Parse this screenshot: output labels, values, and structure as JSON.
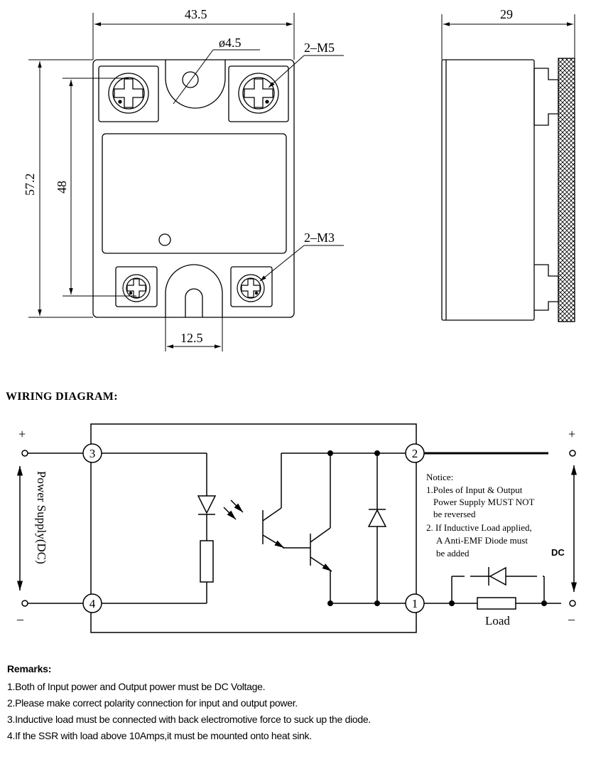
{
  "dimensions": {
    "width_top": "43.5",
    "hole_dia": "ø4.5",
    "screw_top": "2–M5",
    "height_total": "57.2",
    "height_inner": "48",
    "screw_bottom": "2–M3",
    "slot_width": "12.5",
    "depth": "29"
  },
  "wiring": {
    "title": "WIRING DIAGRAM:",
    "plus": "+",
    "minus": "–",
    "power_supply": "Power Supply(DC)",
    "terminal_3": "3",
    "terminal_4": "4",
    "terminal_2": "2",
    "terminal_1": "1",
    "notice_title": "Notice:",
    "notice_1a": "1.Poles of Input & Output",
    "notice_1b": "Power Supply MUST NOT",
    "notice_1c": "be reversed",
    "notice_2a": "2. If Inductive Load applied,",
    "notice_2b": "A Anti-EMF Diode must",
    "notice_2c": "be added",
    "dc": "DC",
    "load": "Load"
  },
  "remarks": {
    "title": "Remarks:",
    "items": [
      "1.Both of Input power and Output power must be DC Voltage.",
      "2.Please make correct polarity connection for input and output power.",
      "3.Inductive load must be connected with back electromotive force to suck up the diode.",
      "4.If the SSR with load above 10Amps,it must be mounted onto heat sink."
    ]
  }
}
